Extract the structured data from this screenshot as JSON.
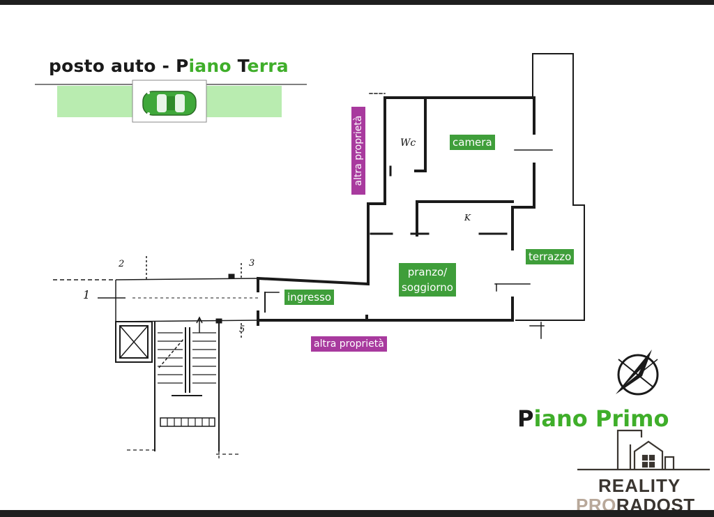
{
  "parking": {
    "title_a": "posto auto - P",
    "title_b": "iano ",
    "title_c": "T",
    "title_d": "erra"
  },
  "floor": {
    "title_a": "P",
    "title_b": "iano P",
    "title_c": "rimo"
  },
  "rooms": {
    "camera": "camera",
    "terrazzo": "terrazzo",
    "pranzo_line1": "pranzo/",
    "pranzo_line2": "soggiorno",
    "ingresso": "ingresso",
    "wc": "Wc",
    "kitchen": "K"
  },
  "neighbors": {
    "vertical": "altra proprietà",
    "bottom": "altra proprietà"
  },
  "markers": [
    "1",
    "2",
    "3",
    "5"
  ],
  "brand": {
    "line1": "REALITY",
    "line2a": "PRO",
    "line2b": "RADOST"
  },
  "colors": {
    "room_label": "#3f9e3a",
    "neighbor_label": "#a83a9e",
    "accent": "#3fae2a",
    "parking_strip": "#b9ecb0"
  },
  "icons": [
    "car-icon",
    "compass-icon",
    "building-logo-icon"
  ]
}
